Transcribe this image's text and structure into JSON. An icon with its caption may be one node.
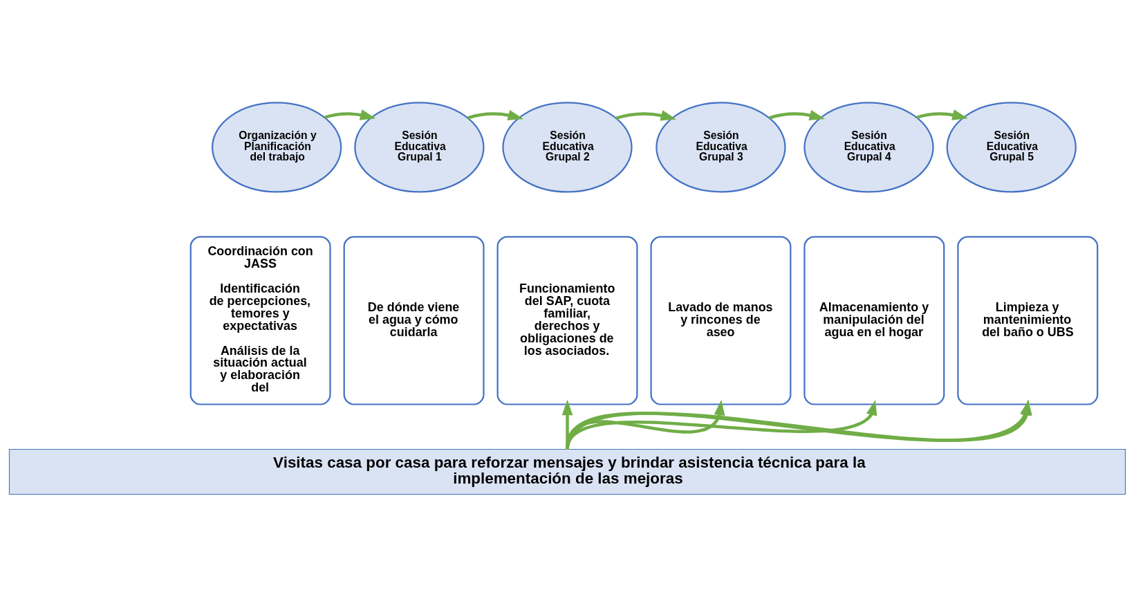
{
  "diagram": {
    "nodes": [
      {
        "text": [
          "Organización y Planificación del trabajo"
        ]
      },
      {
        "text": [
          "Sesión Educativa Grupal 1"
        ]
      },
      {
        "text": [
          "Sesión Educativa Grupal 2"
        ]
      },
      {
        "text": [
          "Sesión Educativa Grupal 3"
        ]
      },
      {
        "text": [
          "Sesión Educativa Grupal 4"
        ]
      },
      {
        "text": [
          "Sesión Educativa Grupal 5"
        ]
      },
      {
        "text": [
          "Coordinación con JASS",
          "Identificación de percepciones, temores y expectativas",
          "Análisis de la situación actual y elaboración del"
        ]
      },
      {
        "text": [
          "De dónde viene el agua y cómo cuidarla"
        ]
      },
      {
        "text": [
          "Funcionamiento del SAP, cuota familiar, derechos y obligaciones de los asociados."
        ]
      },
      {
        "text": [
          "Lavado de manos y rincones de aseo"
        ]
      },
      {
        "text": [
          "Almacenamiento y manipulación del agua en el hogar"
        ]
      },
      {
        "text": [
          "Limpieza y mantenimiento del baño o UBS"
        ]
      },
      {
        "text": [
          "Visitas casa por casa para reforzar mensajes y brindar asistencia técnica para la implementación de las mejoras"
        ]
      }
    ],
    "edges": [
      {
        "from": 0,
        "to": 1,
        "arrow": "to"
      },
      {
        "from": 1,
        "to": 2,
        "arrow": "to"
      },
      {
        "from": 2,
        "to": 3,
        "arrow": "to"
      },
      {
        "from": 3,
        "to": 4,
        "arrow": "to"
      },
      {
        "from": 4,
        "to": 5,
        "arrow": "to"
      },
      {
        "from": 12,
        "to": 8,
        "arrow": "to"
      },
      {
        "from": 12,
        "to": 9,
        "arrow": "to"
      },
      {
        "from": 12,
        "to": 10,
        "arrow": "to"
      },
      {
        "from": 12,
        "to": 11,
        "arrow": "to"
      },
      {
        "from": 12,
        "to": 11,
        "arrow": "to"
      }
    ]
  }
}
